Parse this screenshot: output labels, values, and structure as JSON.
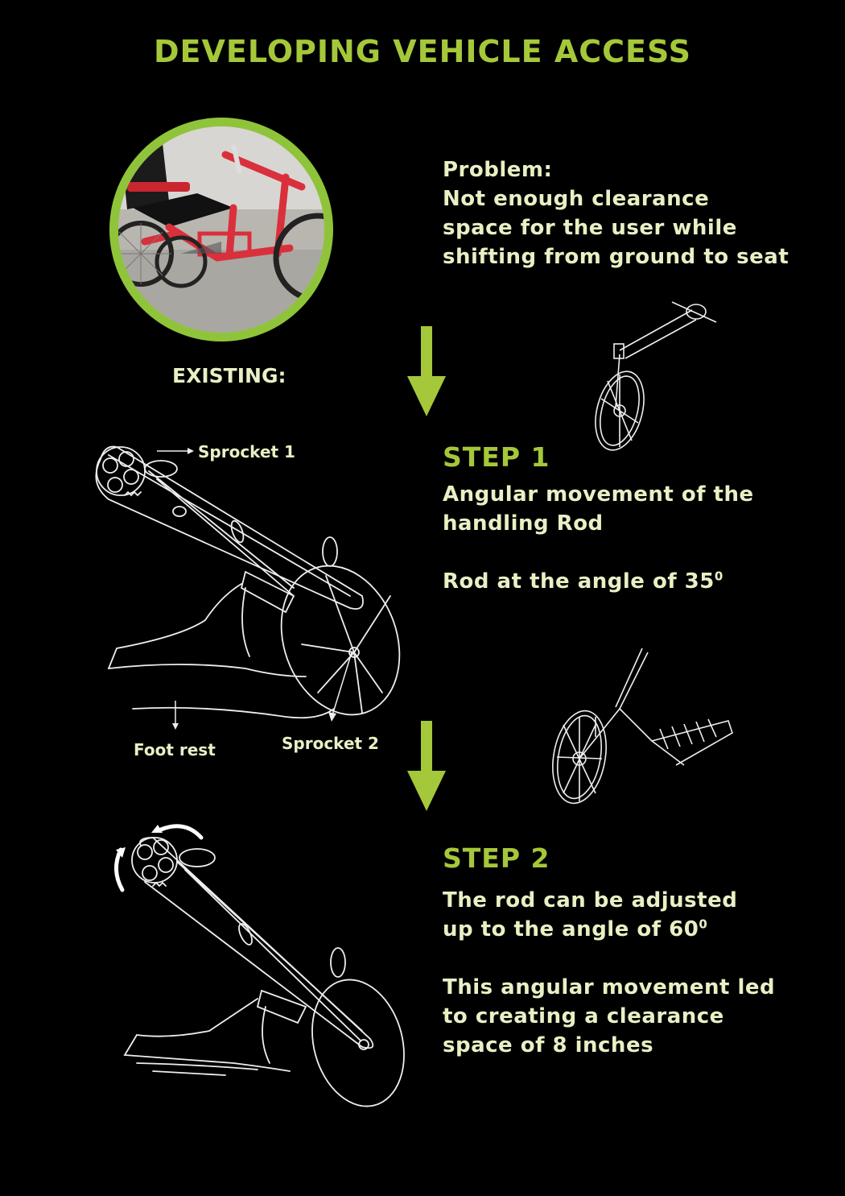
{
  "title": "DEVELOPING VEHICLE ACCESS",
  "problem": {
    "heading": "Problem:",
    "lines": [
      "Not enough clearance",
      "space for the user while",
      "shifting from ground to seat"
    ]
  },
  "existing_label": "EXISTING:",
  "step1": {
    "heading": "STEP 1",
    "line1": "Angular movement of the",
    "line2": "handling Rod",
    "angle_prefix": "Rod at the angle of 35",
    "angle_sup": "0"
  },
  "step2": {
    "heading": "STEP 2",
    "line1": "The rod can be adjusted",
    "angle_prefix": "up to the angle of 60",
    "angle_sup": "0",
    "result_lines": [
      "This angular movement led",
      "to creating a clearance",
      "space of 8 inches"
    ]
  },
  "callouts": {
    "sprocket1": "Sprocket 1",
    "foot_rest": "Foot rest",
    "sprocket2": "Sprocket 2"
  },
  "colors": {
    "accent": "#a5c73a",
    "text": "#e8f0c4",
    "background": "#000000",
    "sketch": "#f2f2f2",
    "photo_frame": "#8fc43a",
    "tricycle": "#d9303c"
  }
}
